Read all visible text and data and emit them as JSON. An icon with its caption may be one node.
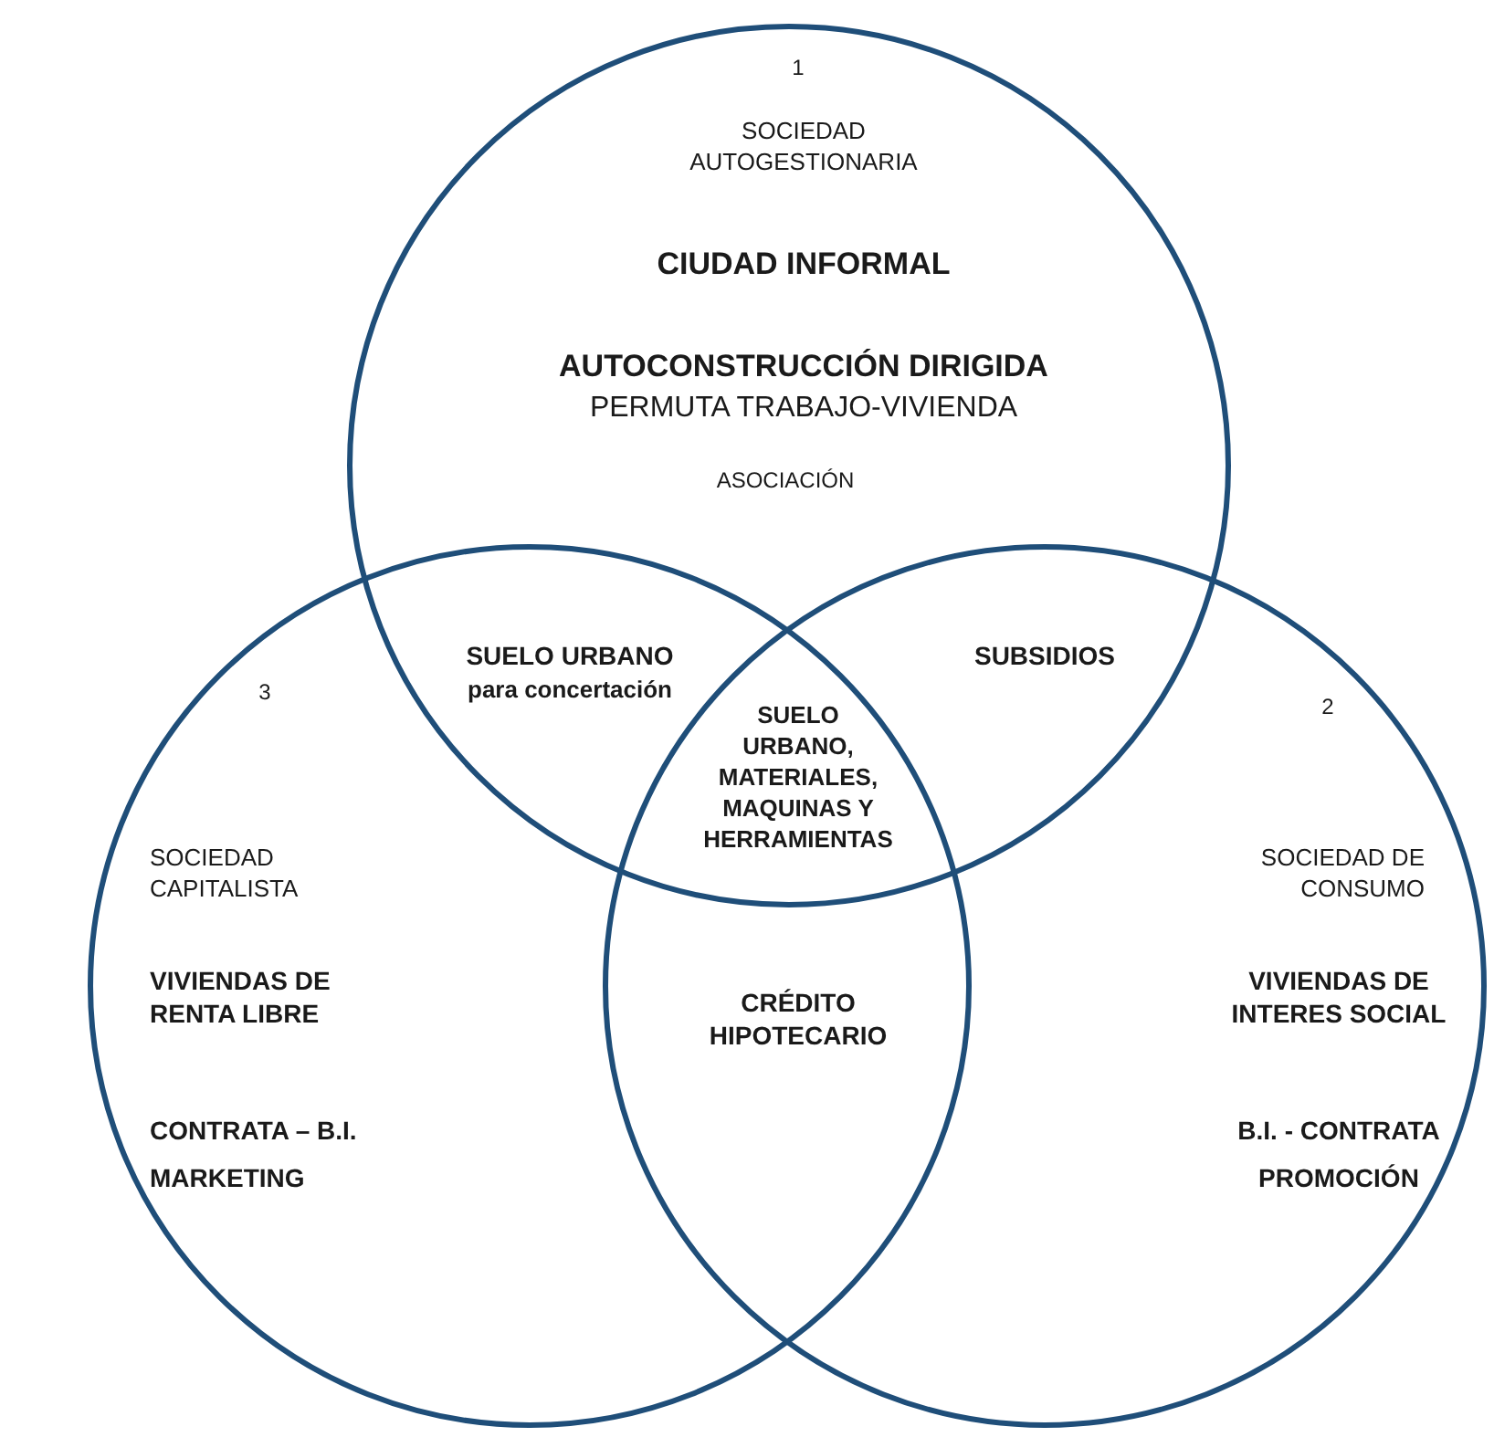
{
  "diagram": {
    "nodes": [
      {
        "text": [
          "1",
          "SOCIEDAD AUTOGESTIONARIA",
          "CIUDAD INFORMAL",
          "AUTOCONSTRUCCIÓN DIRIGIDA",
          "PERMUTA TRABAJO-VIVIENDA",
          "ASOCIACIÓN"
        ]
      },
      {
        "text": [
          "2",
          "SOCIEDAD DE CONSUMO",
          "VIVIENDAS DE INTERES SOCIAL",
          "B.I. - CONTRATA",
          "PROMOCIÓN"
        ]
      },
      {
        "text": [
          "3",
          "SOCIEDAD CAPITALISTA",
          "VIVIENDAS DE RENTA LIBRE",
          "CONTRATA – B.I.",
          "MARKETING"
        ]
      }
    ],
    "labels": [
      "SUELO URBANO",
      "para concertación",
      "SUBSIDIOS",
      "SUELO URBANO, MATERIALES, MAQUINAS Y HERRAMIENTAS",
      "CRÉDITO HIPOTECARIO"
    ]
  }
}
